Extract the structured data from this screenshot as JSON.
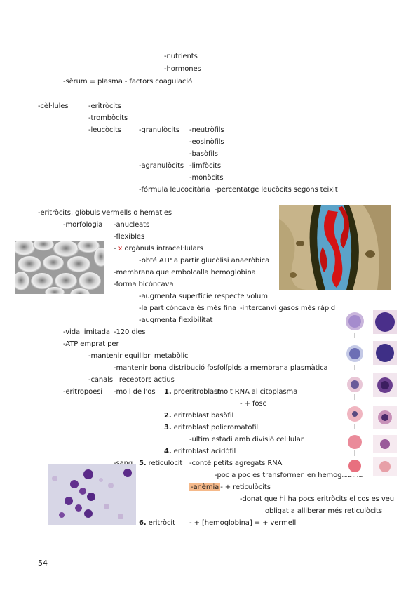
{
  "page": {
    "number": "54"
  },
  "lines": {
    "l1": "-nutrients",
    "l2": "-hormones",
    "l3": "-sèrum = plasma - factors coagulació",
    "l4a": "-cèl·lules",
    "l4b": "-eritròcits",
    "l5": "-trombòcits",
    "l6a": "-leucòcits",
    "l6b": "-granulòcits",
    "l6c": "-neutròfils",
    "l7": "-eosinòfils",
    "l8": "-basòfils",
    "l9a": "-agranulòcits",
    "l9b": "-limfòcits",
    "l10": "-monòcits",
    "l11a": "-fórmula leucocitària",
    "l11b": "-percentatge leucòcits segons teixit",
    "l12": "-eritròcits, glòbuls vermells o hematies",
    "l13a": "-morfologia",
    "l13b": "-anucleats",
    "l14": "-flexibles",
    "l15_x": "x",
    "l15": "orgànuls intracel·lulars",
    "l16": "-obté ATP a partir glucòlisi anaeròbica",
    "l17": "-membrana que embolcalla hemoglobina",
    "l18": "-forma bicòncava",
    "l19": "-augmenta superfície respecte volum",
    "l20a": "-la part còncava és més fina",
    "l20b": "-intercanvi gasos més ràpid",
    "l21": "-augmenta flexibilitat",
    "l22a": "-vida limitada",
    "l22b": "-120 dies",
    "l23": "-ATP emprat per",
    "l24": "-mantenir equilibri metabòlic",
    "l25": "-mantenir bona distribució fosfolípids a membrana plasmàtica",
    "l26": "-canals i receptors actius",
    "l27a": "-eritropoesi",
    "l27b": "-moll de l'os",
    "l27c_num": "1.",
    "l27c": "proeritroblast",
    "l27d": "-molt RNA al citoplasma",
    "l28": "- + fosc",
    "l29_num": "2.",
    "l29": "eritroblast basòfil",
    "l30_num": "3.",
    "l30": "eritroblast policromatòfil",
    "l31": "-últim estadi amb divisió cel·lular",
    "l32_num": "4.",
    "l32": "eritroblast acidòfil",
    "l33a": "-sang",
    "l33b_num": "5.",
    "l33b": "reticulòcit",
    "l33c": "-conté petits agregats RNA",
    "l34": "-poc a poc es transformen en hemoglobina",
    "l35a": "-anèmia",
    "l35b": "- + reticulòcits",
    "l36": "-donat que hi ha pocs eritròcits el cos es veu",
    "l37": "obligat a alliberar més reticulòcits",
    "l38a_num": "6.",
    "l38a": "eritròcit",
    "l38b": "- + [hemoglobina] = + vermell"
  }
}
